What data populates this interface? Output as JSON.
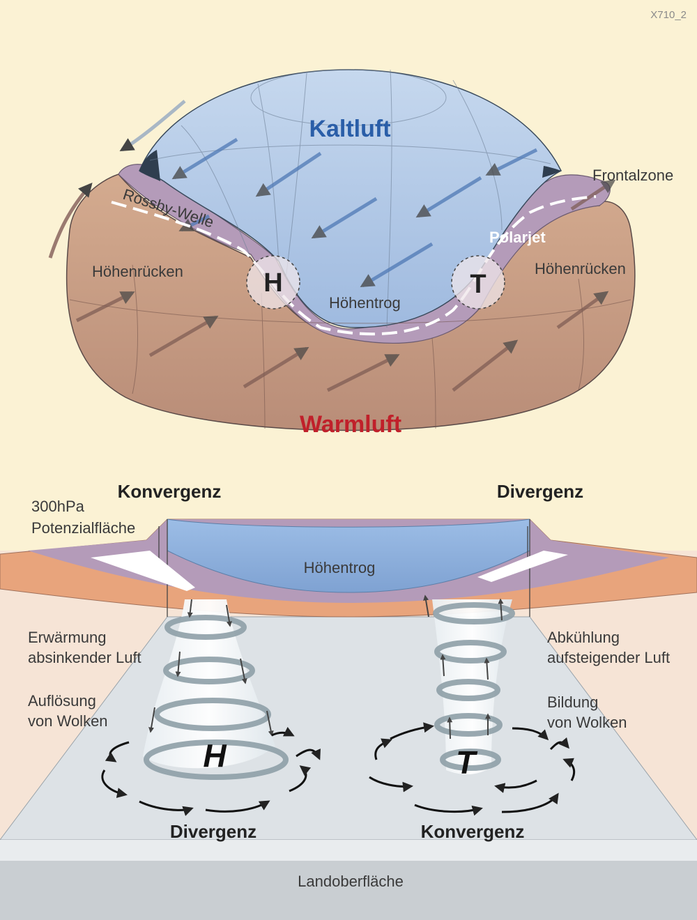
{
  "figure_code": "X710_2",
  "top": {
    "cold_air": "Kaltluft",
    "warm_air": "Warmluft",
    "frontal_zone": "Frontalzone",
    "rossby_wave": "Rossby-Welle",
    "polar_jet": "Polarjet",
    "ridge_left": "Höhenrücken",
    "ridge_right": "Höhenrücken",
    "trough": "Höhentrog",
    "high_symbol": "H",
    "low_symbol": "T"
  },
  "bottom": {
    "pressure_level_line1": "300hPa",
    "pressure_level_line2": "Potenzialfläche",
    "convergence_top": "Konvergenz",
    "divergence_top": "Divergenz",
    "trough": "Höhentrog",
    "warming_line1": "Erwärmung",
    "warming_line2": "absinkender Luft",
    "dissolve_line1": "Auflösung",
    "dissolve_line2": "von Wolken",
    "cooling_line1": "Abkühlung",
    "cooling_line2": "aufsteigender Luft",
    "formation_line1": "Bildung",
    "formation_line2": "von Wolken",
    "high_symbol": "H",
    "low_symbol": "T",
    "divergence_bottom": "Divergenz",
    "convergence_bottom": "Konvergenz",
    "land_surface": "Landoberfläche"
  },
  "colors": {
    "background": "#fbf2d4",
    "cold_air": "#a9c3e3",
    "warm_air": "#c89d85",
    "frontal_zone": "#b49bb9",
    "cold_label": "#2a5ea8",
    "warm_label": "#c0202a",
    "ground": "#dfe3e6",
    "land_band": "#c9ced2"
  }
}
